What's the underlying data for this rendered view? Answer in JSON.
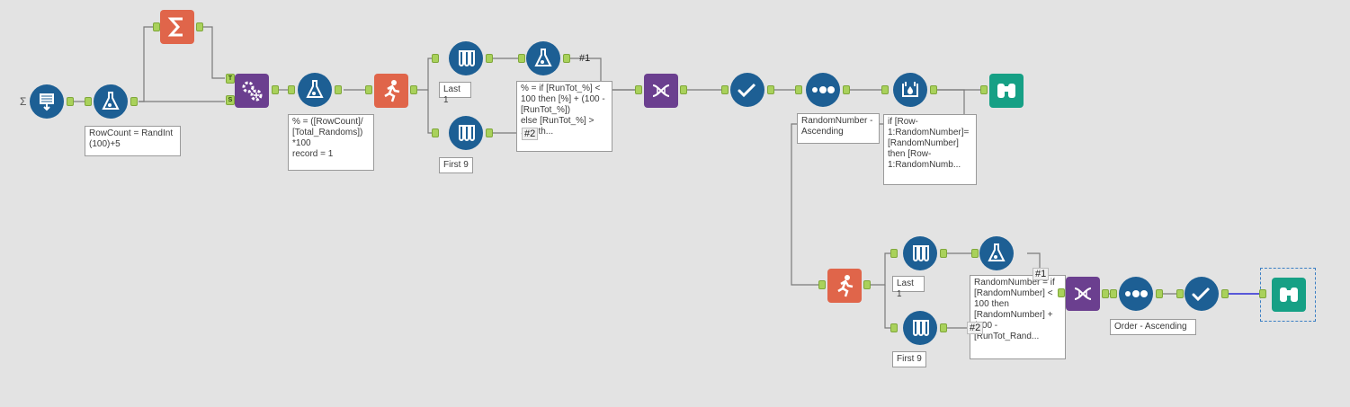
{
  "canvas": {
    "background": "#e3e3e3"
  },
  "colors": {
    "tool_blue": "#1d5f94",
    "tool_purple": "#6b3f8f",
    "tool_orange": "#e0654a",
    "tool_teal": "#16a085",
    "anchor_green": "#a9d15b",
    "wire": "#7a7a7a",
    "selected_wire": "#2a2ad6"
  },
  "markers": {
    "sigma": "Σ"
  },
  "tools": [
    {
      "id": "generate-rows",
      "icon": "generate-rows-icon"
    },
    {
      "id": "formula-1",
      "icon": "formula-flask-icon"
    },
    {
      "id": "summarize",
      "icon": "sigma-icon"
    },
    {
      "id": "append-fields",
      "icon": "gears-icon"
    },
    {
      "id": "formula-2",
      "icon": "formula-flask-icon"
    },
    {
      "id": "multi-row-1",
      "icon": "running-man-icon"
    },
    {
      "id": "sample-last-1",
      "icon": "test-tubes-icon"
    },
    {
      "id": "sample-first-9",
      "icon": "test-tubes-icon"
    },
    {
      "id": "formula-3",
      "icon": "formula-flask-icon"
    },
    {
      "id": "union-1",
      "icon": "dna-icon"
    },
    {
      "id": "select-1",
      "icon": "checkmark-icon"
    },
    {
      "id": "sort-1",
      "icon": "dots-icon"
    },
    {
      "id": "multi-row-formula",
      "icon": "multi-row-icon"
    },
    {
      "id": "browse-1",
      "icon": "binoculars-icon"
    },
    {
      "id": "multi-row-2",
      "icon": "running-man-icon"
    },
    {
      "id": "sample-last-1b",
      "icon": "test-tubes-icon"
    },
    {
      "id": "sample-first-9b",
      "icon": "test-tubes-icon"
    },
    {
      "id": "formula-4",
      "icon": "formula-flask-icon"
    },
    {
      "id": "union-2",
      "icon": "dna-icon"
    },
    {
      "id": "sort-2",
      "icon": "dots-icon"
    },
    {
      "id": "select-2",
      "icon": "checkmark-icon"
    },
    {
      "id": "browse-2",
      "icon": "binoculars-icon"
    }
  ],
  "annotations": {
    "formula1": "RowCount = RandInt\n(100)+5",
    "formula2": "% = ([RowCount]/\n[Total_Randoms])\n*100\nrecord = 1",
    "sample_last1": "Last 1",
    "sample_first9": "First 9",
    "formula3": "% = if [RunTot_%] <\n100 then [%] + (100 -\n[RunTot_%])\nelse [RunTot_%] >\n100 th...",
    "sort1": "RandomNumber -\nAscending",
    "multirow": "if [Row-\n1:RandomNumber]=\n[RandomNumber]\nthen [Row-\n1:RandomNumb...",
    "sample_last1b": "Last 1",
    "sample_first9b": "First 9",
    "formula4": "RandomNumber = if\n[RandomNumber] <\n100 then\n[RandomNumber] +\n(100 - [RunTot_Rand...",
    "sort2": "Order - Ascending"
  },
  "anchors": {
    "t": "T",
    "s": "S",
    "one1": "#1",
    "two1": "#2",
    "one2": "#1",
    "two2": "#2"
  }
}
